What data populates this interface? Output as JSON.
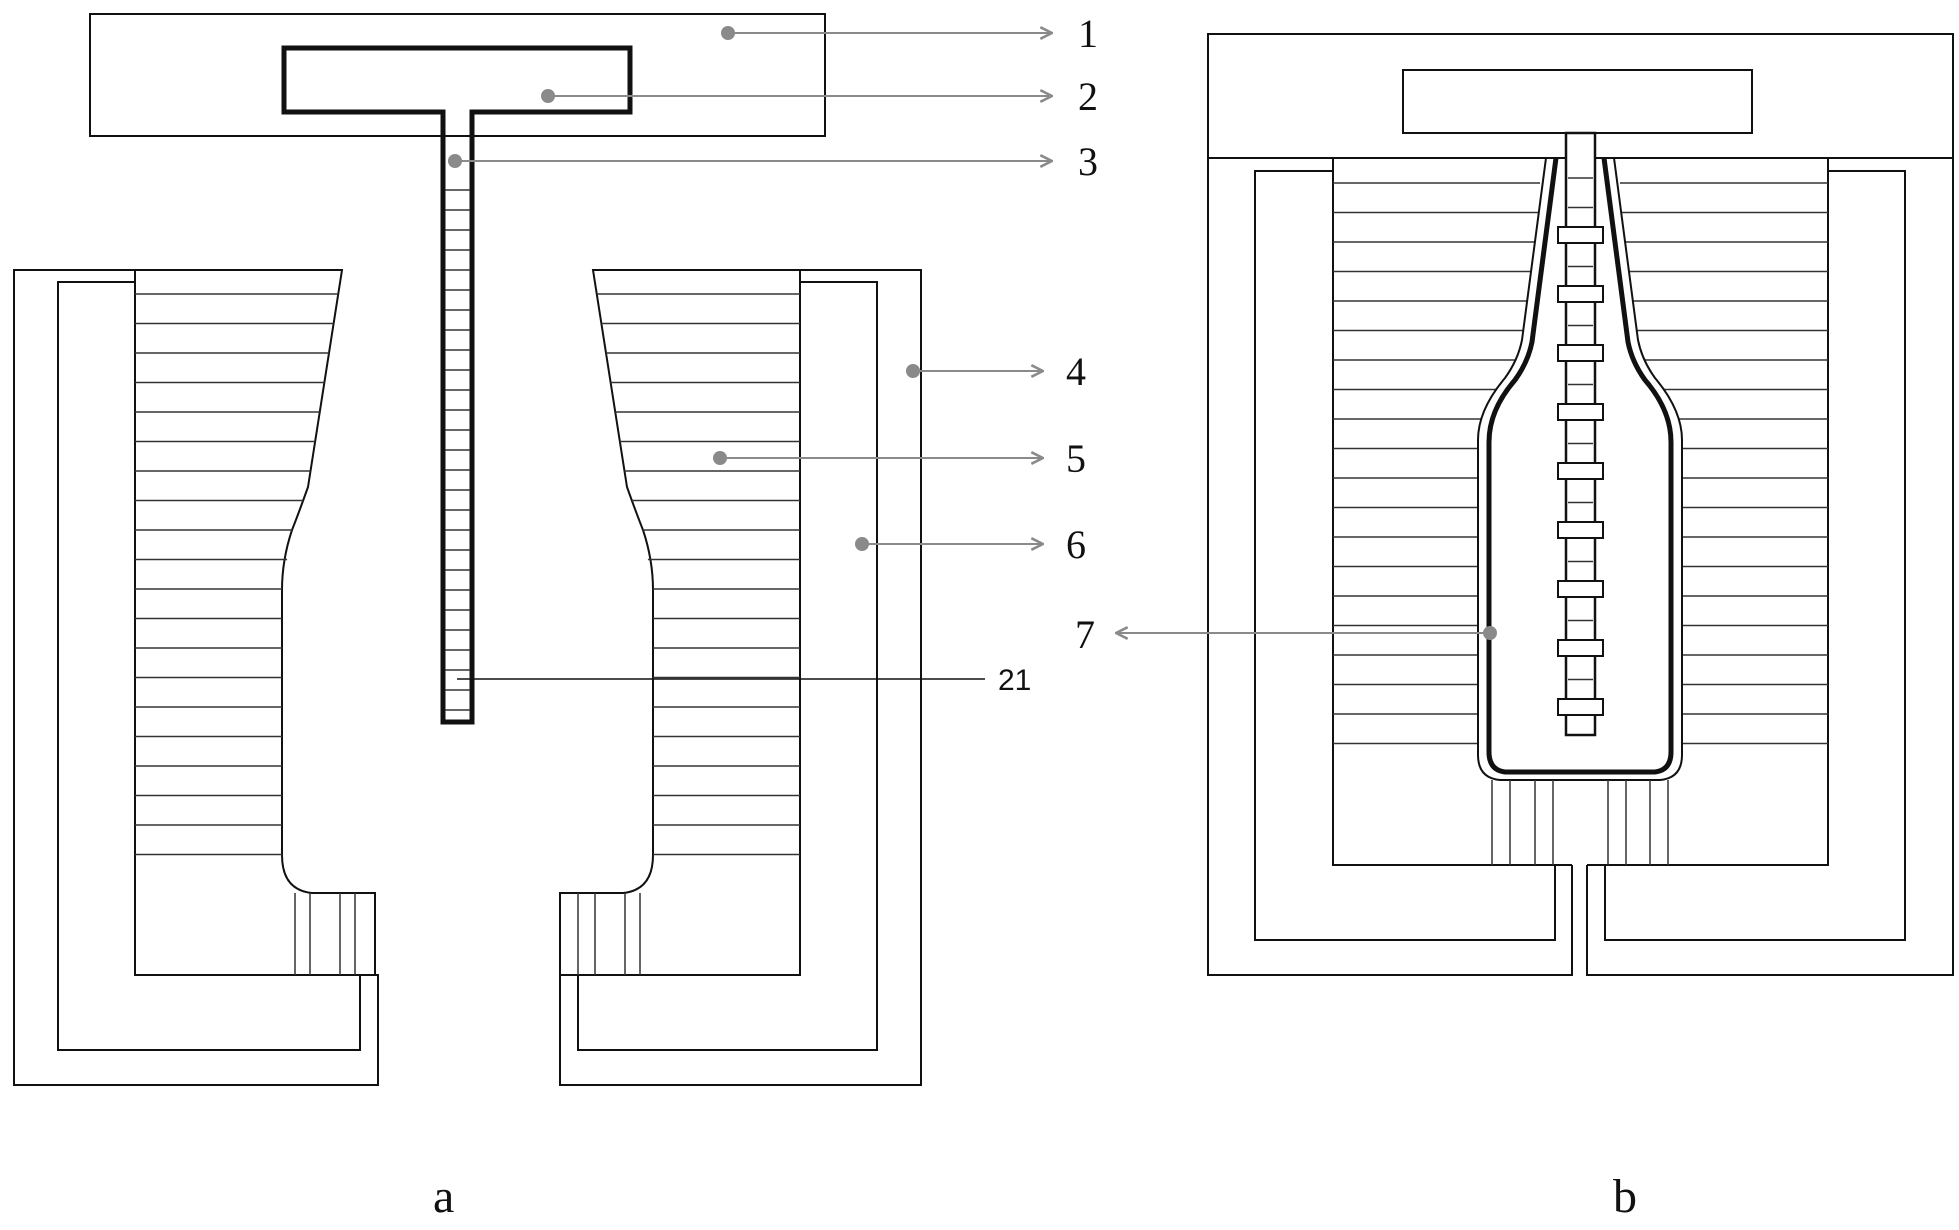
{
  "figure": {
    "callouts": {
      "c1": "1",
      "c2": "2",
      "c3": "3",
      "c4": "4",
      "c5": "5",
      "c6": "6",
      "c7": "7",
      "c21": "21"
    },
    "captions": {
      "a": "a",
      "b": "b"
    }
  },
  "colors": {
    "line": "#111111",
    "leader": "#8a8a8a",
    "dot": "#8a8a8a"
  }
}
